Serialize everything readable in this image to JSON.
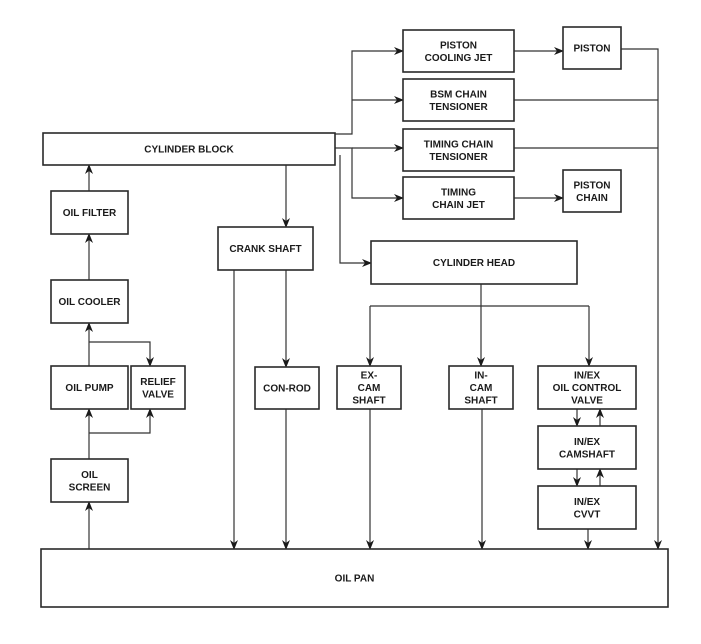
{
  "title": "Engine Lubrication System Oil Flow Diagram",
  "nodes": [
    {
      "id": "cylinder_block",
      "label": [
        "CYLINDER BLOCK"
      ]
    },
    {
      "id": "piston_cooling_jet",
      "label": [
        "PISTON",
        "COOLING JET"
      ]
    },
    {
      "id": "piston",
      "label": [
        "PISTON"
      ]
    },
    {
      "id": "bsm_chain_tensioner",
      "label": [
        "BSM CHAIN",
        "TENSIONER"
      ]
    },
    {
      "id": "timing_chain_tensioner",
      "label": [
        "TIMING CHAIN",
        "TENSIONER"
      ]
    },
    {
      "id": "timing_chain_jet",
      "label": [
        "TIMING",
        "CHAIN JET"
      ]
    },
    {
      "id": "piston_chain",
      "label": [
        "PISTON",
        "CHAIN"
      ]
    },
    {
      "id": "oil_filter",
      "label": [
        "OIL FILTER"
      ]
    },
    {
      "id": "crank_shaft",
      "label": [
        "CRANK SHAFT"
      ]
    },
    {
      "id": "cylinder_head",
      "label": [
        "CYLINDER HEAD"
      ]
    },
    {
      "id": "oil_cooler",
      "label": [
        "OIL COOLER"
      ]
    },
    {
      "id": "oil_pump",
      "label": [
        "OIL PUMP"
      ]
    },
    {
      "id": "relief_valve",
      "label": [
        "RELIEF",
        "VALVE"
      ]
    },
    {
      "id": "con_rod",
      "label": [
        "CON-ROD"
      ]
    },
    {
      "id": "ex_cam_shaft",
      "label": [
        "EX-",
        "CAM",
        "SHAFT"
      ]
    },
    {
      "id": "in_cam_shaft",
      "label": [
        "IN-",
        "CAM",
        "SHAFT"
      ]
    },
    {
      "id": "inex_oil_control_valve",
      "label": [
        "IN/EX",
        "OIL CONTROL",
        "VALVE"
      ]
    },
    {
      "id": "inex_camshaft",
      "label": [
        "IN/EX",
        "CAMSHAFT"
      ]
    },
    {
      "id": "inex_cvvt",
      "label": [
        "IN/EX",
        "CVVT"
      ]
    },
    {
      "id": "oil_screen",
      "label": [
        "OIL",
        "SCREEN"
      ]
    },
    {
      "id": "oil_pan",
      "label": [
        "OIL PAN"
      ]
    }
  ],
  "edges": [
    {
      "from": "oil_pan",
      "to": "oil_screen"
    },
    {
      "from": "oil_screen",
      "to": "oil_pump"
    },
    {
      "from": "oil_screen",
      "to": "relief_valve"
    },
    {
      "from": "oil_pump",
      "to": "oil_cooler"
    },
    {
      "from": "oil_pump",
      "to": "relief_valve"
    },
    {
      "from": "oil_cooler",
      "to": "oil_filter"
    },
    {
      "from": "oil_filter",
      "to": "cylinder_block"
    },
    {
      "from": "cylinder_block",
      "to": "piston_cooling_jet"
    },
    {
      "from": "cylinder_block",
      "to": "bsm_chain_tensioner"
    },
    {
      "from": "cylinder_block",
      "to": "timing_chain_tensioner"
    },
    {
      "from": "cylinder_block",
      "to": "timing_chain_jet"
    },
    {
      "from": "cylinder_block",
      "to": "crank_shaft"
    },
    {
      "from": "cylinder_block",
      "to": "cylinder_head"
    },
    {
      "from": "piston_cooling_jet",
      "to": "piston"
    },
    {
      "from": "timing_chain_jet",
      "to": "piston_chain"
    },
    {
      "from": "piston",
      "to": "oil_pan"
    },
    {
      "from": "bsm_chain_tensioner",
      "to": "oil_pan"
    },
    {
      "from": "timing_chain_tensioner",
      "to": "oil_pan"
    },
    {
      "from": "crank_shaft",
      "to": "con_rod"
    },
    {
      "from": "crank_shaft",
      "to": "oil_pan"
    },
    {
      "from": "con_rod",
      "to": "oil_pan"
    },
    {
      "from": "cylinder_head",
      "to": "ex_cam_shaft"
    },
    {
      "from": "cylinder_head",
      "to": "in_cam_shaft"
    },
    {
      "from": "cylinder_head",
      "to": "inex_oil_control_valve"
    },
    {
      "from": "ex_cam_shaft",
      "to": "oil_pan"
    },
    {
      "from": "in_cam_shaft",
      "to": "oil_pan"
    },
    {
      "from": "inex_oil_control_valve",
      "to": "inex_camshaft"
    },
    {
      "from": "inex_camshaft",
      "to": "inex_oil_control_valve"
    },
    {
      "from": "inex_camshaft",
      "to": "inex_cvvt"
    },
    {
      "from": "inex_cvvt",
      "to": "inex_camshaft"
    },
    {
      "from": "inex_cvvt",
      "to": "oil_pan"
    }
  ]
}
